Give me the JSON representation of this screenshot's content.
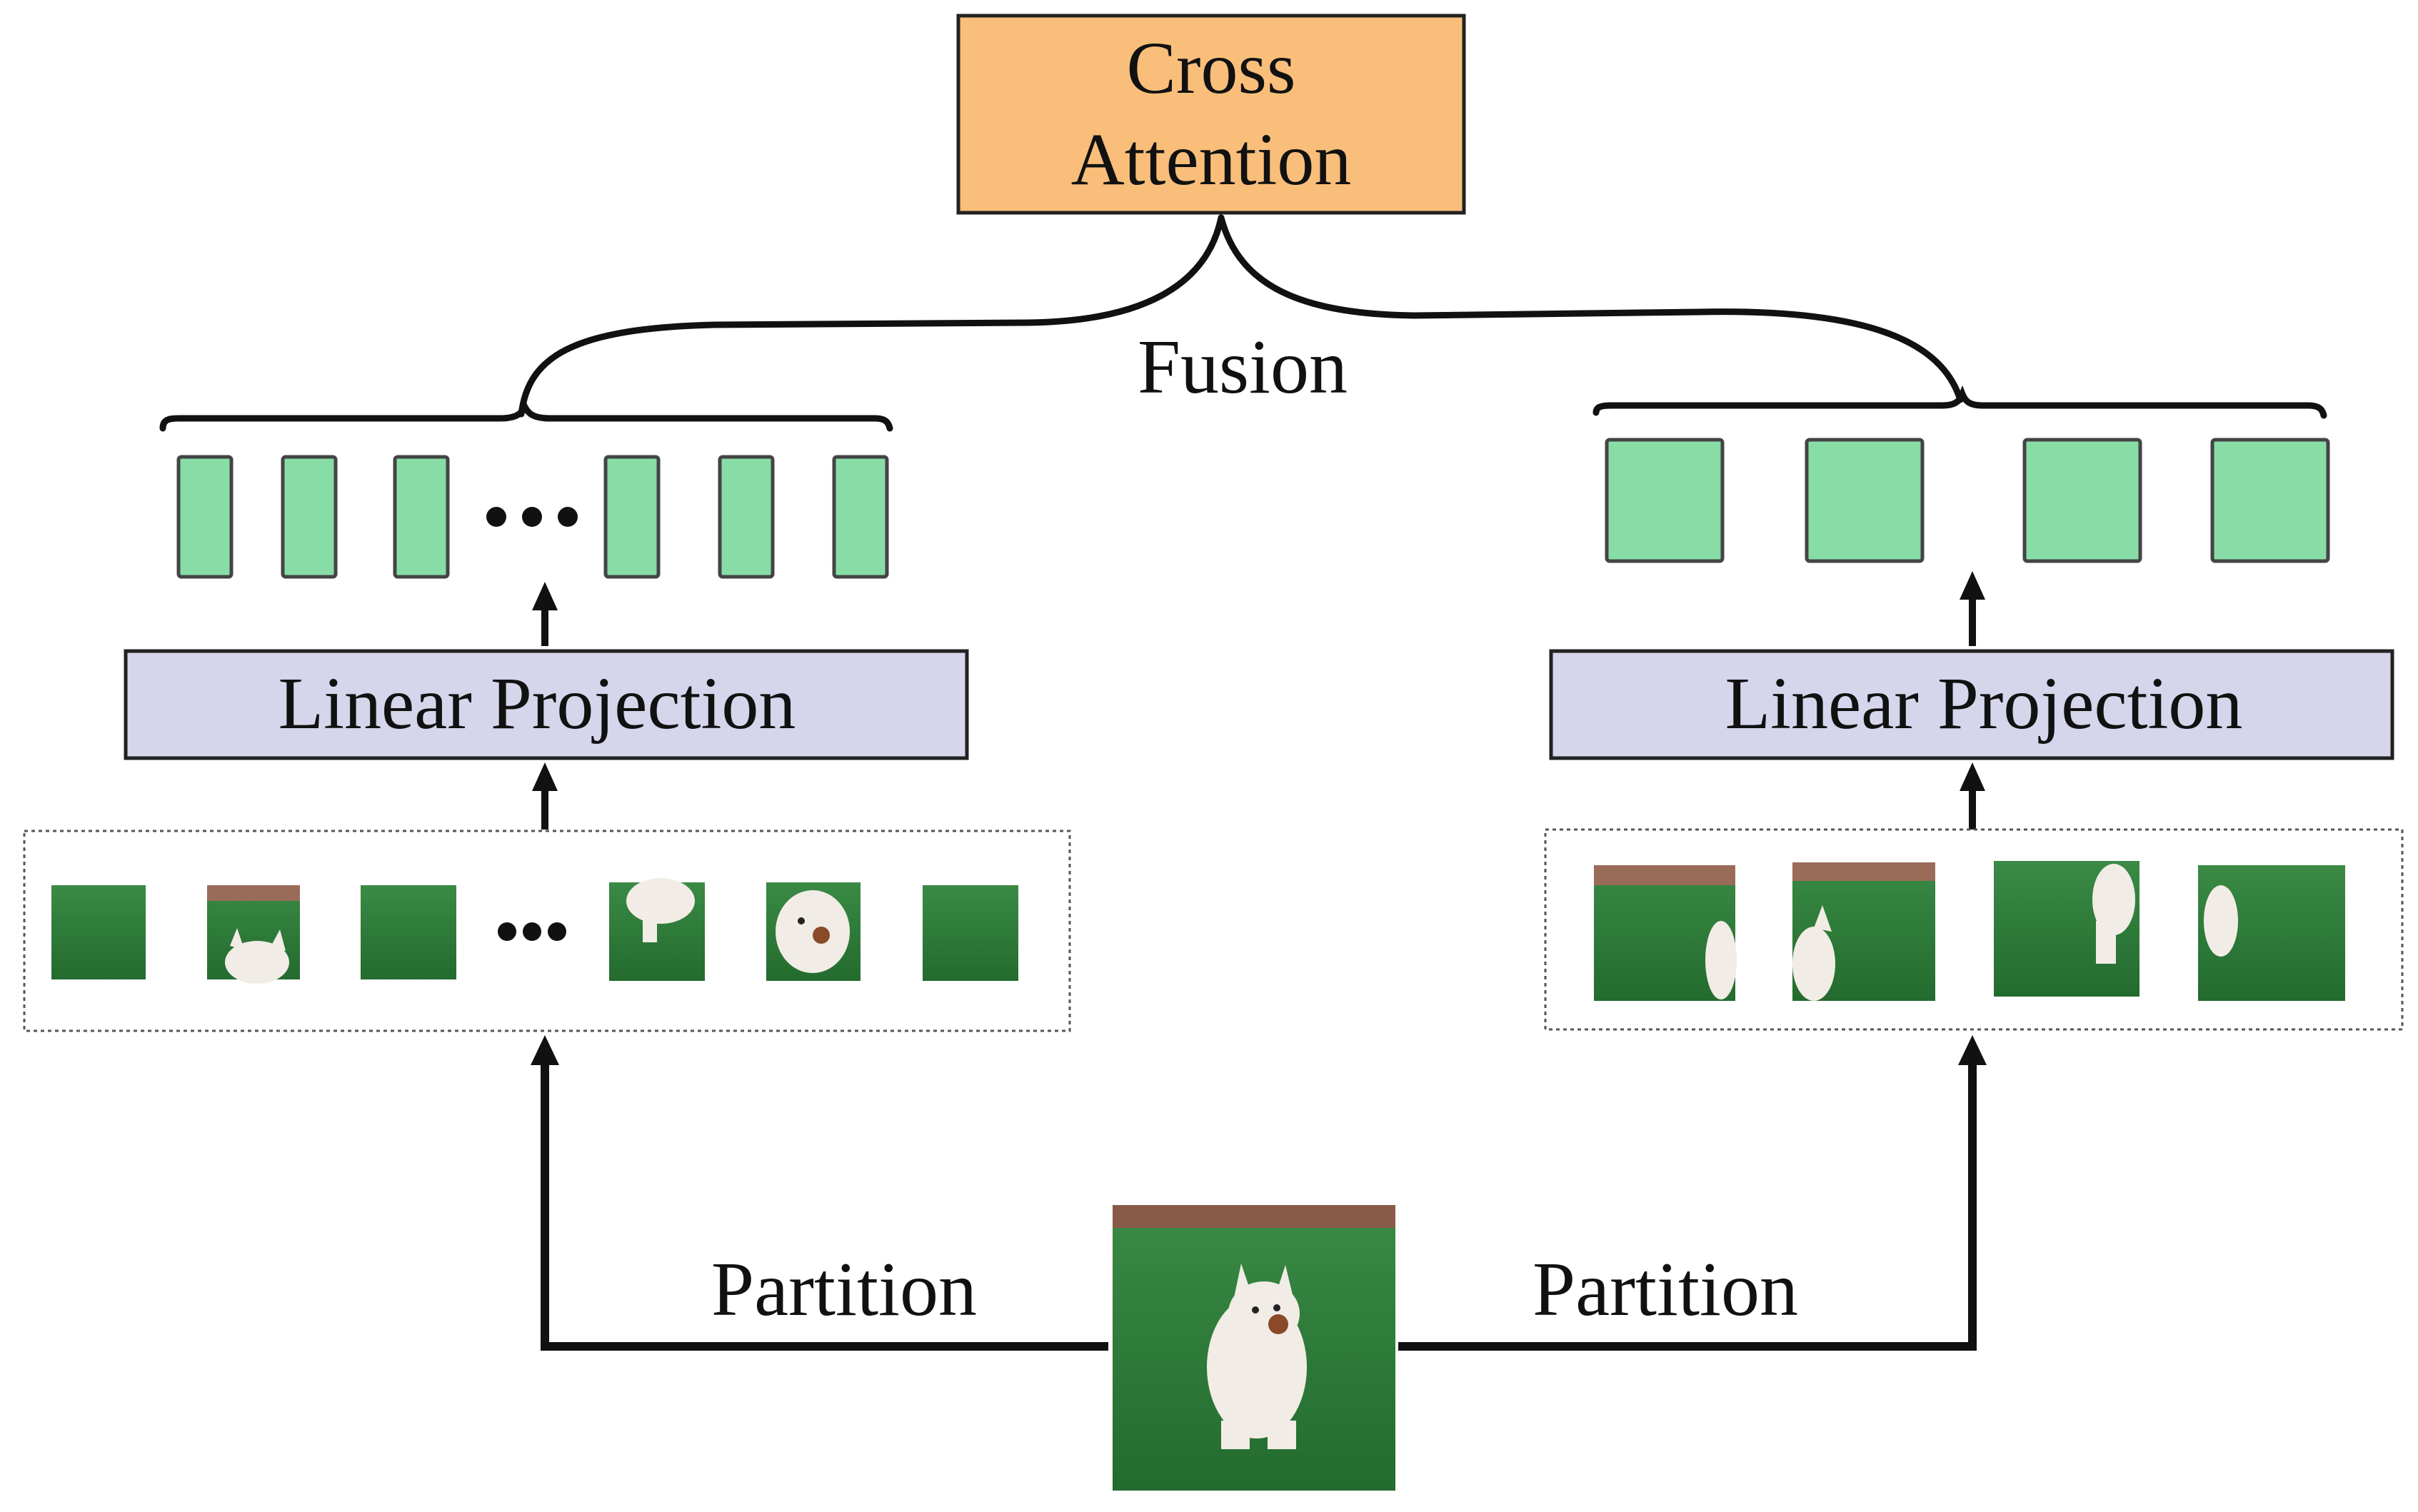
{
  "colors": {
    "cross_attention_fill": "#F9BE7A",
    "linear_projection_fill": "#D5D5EB",
    "token_fill": "#88DDA6",
    "grass": "#2E7D3A",
    "dog": "#F2ECE6",
    "line": "#111111"
  },
  "cross_attention": {
    "line1": "Cross",
    "line2": "Attention"
  },
  "fusion": {
    "label": "Fusion"
  },
  "left_branch": {
    "projection_label": "Linear Projection",
    "partition_label": "Partition",
    "ellipsis": "•••"
  },
  "right_branch": {
    "projection_label": "Linear Projection",
    "partition_label": "Partition"
  }
}
